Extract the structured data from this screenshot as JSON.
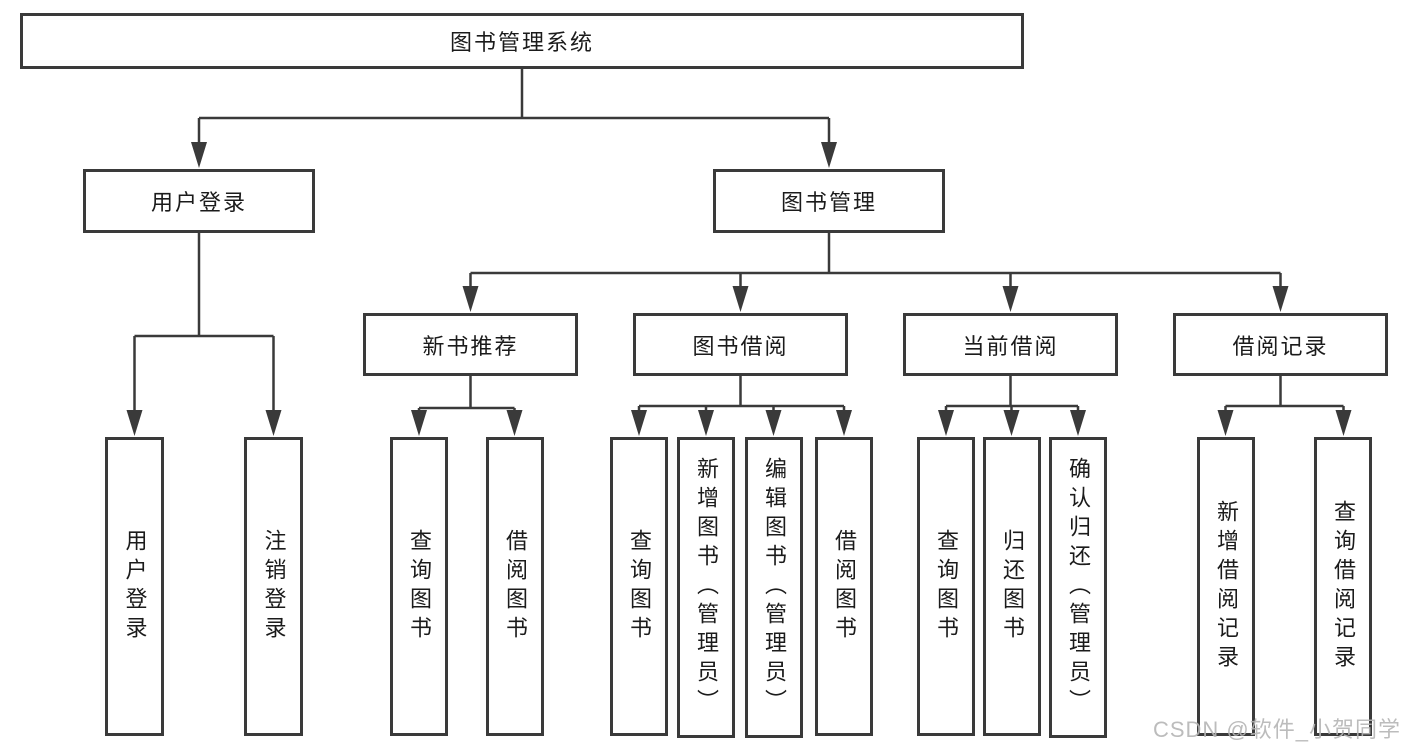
{
  "colors": {
    "line": "#3a3a3a",
    "box_border": "#3a3a3a",
    "text": "#1b1b1b",
    "watermark": "#b5b5b5",
    "background": "#ffffff"
  },
  "watermark": {
    "text": "CSDN @软件_小贺同学"
  },
  "tree": {
    "root": {
      "label": "图书管理系统"
    },
    "branches": [
      {
        "label": "用户登录",
        "children": [
          {
            "label": "用户登录"
          },
          {
            "label": "注销登录"
          }
        ]
      },
      {
        "label": "图书管理",
        "children": [
          {
            "label": "新书推荐",
            "children": [
              {
                "label": "查询图书"
              },
              {
                "label": "借阅图书"
              }
            ]
          },
          {
            "label": "图书借阅",
            "children": [
              {
                "label": "查询图书"
              },
              {
                "label": "新增图书（管理员）"
              },
              {
                "label": "编辑图书（管理员）"
              },
              {
                "label": "借阅图书"
              }
            ]
          },
          {
            "label": "当前借阅",
            "children": [
              {
                "label": "查询图书"
              },
              {
                "label": "归还图书"
              },
              {
                "label": "确认归还（管理员）"
              }
            ]
          },
          {
            "label": "借阅记录",
            "children": [
              {
                "label": "新增借阅记录"
              },
              {
                "label": "查询借阅记录"
              }
            ]
          }
        ]
      }
    ]
  }
}
